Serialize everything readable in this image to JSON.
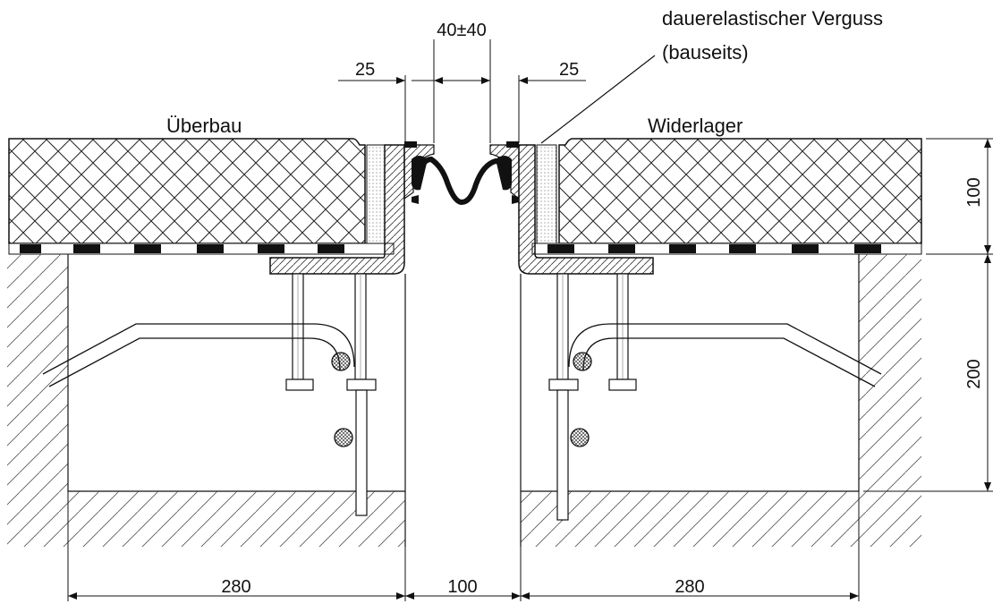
{
  "labels": {
    "superstructure": "Überbau",
    "abutment": "Widerlager",
    "sealant_line1": "dauerelastischer Verguss",
    "sealant_line2": "(bauseits)"
  },
  "dimensions": {
    "gap": "40±40",
    "left_edge": "25",
    "right_edge": "25",
    "height_top": "100",
    "height_lower": "200",
    "bottom_left": "280",
    "bottom_mid": "100",
    "bottom_right": "280"
  }
}
